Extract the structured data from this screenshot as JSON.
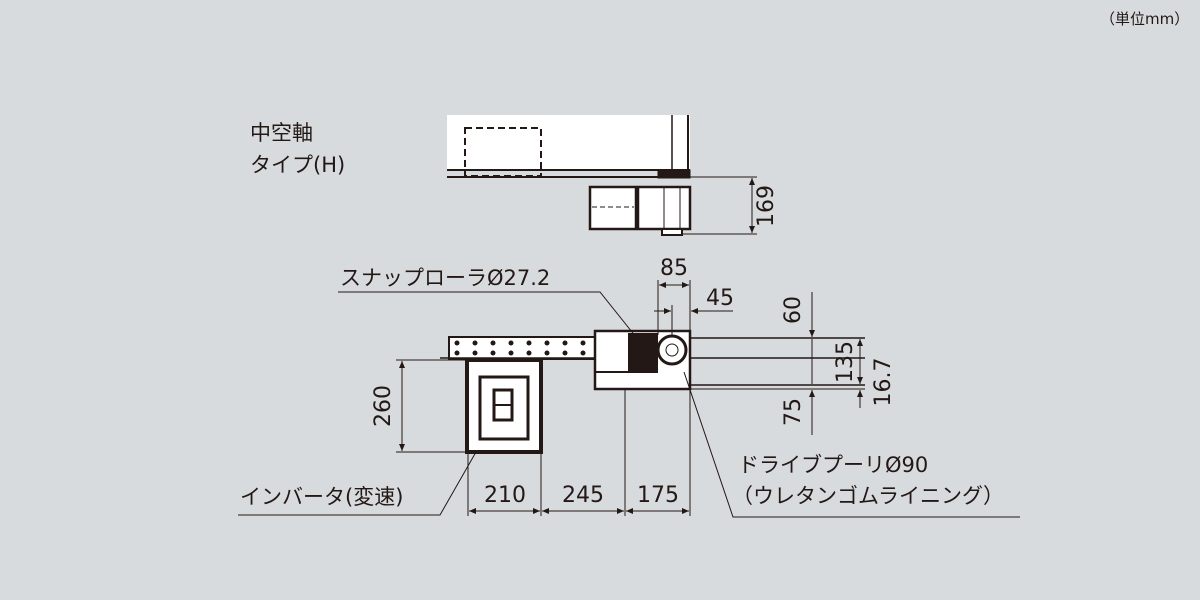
{
  "unit_label": "（単位mm）",
  "top_view": {
    "title_line1": "中空軸",
    "title_line2": "タイプ(H)",
    "dim_height": "169"
  },
  "plan_view": {
    "snap_roller_label": "スナップローラØ27.2",
    "inverter_label": "インバータ(変速)",
    "drive_pulley_label_line1": "ドライブプーリØ90",
    "drive_pulley_label_line2": "（ウレタンゴムライニング）",
    "dims": {
      "d85": "85",
      "d45": "45",
      "d60": "60",
      "d135": "135",
      "d16_7": "16.7",
      "d75": "75",
      "d260": "260",
      "d210": "210",
      "d245": "245",
      "d175": "175"
    }
  }
}
